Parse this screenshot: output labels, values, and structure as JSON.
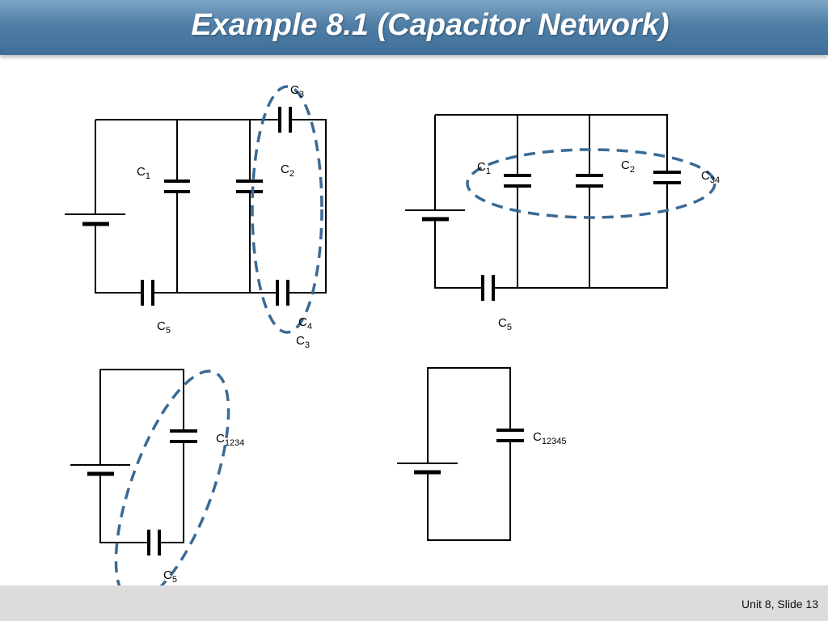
{
  "slide": {
    "title": "Example 8.1 (Capacitor Network)",
    "footer": "Unit 8, Slide 13"
  },
  "labels": {
    "c": "C",
    "c1_sub": "1",
    "c2_sub": "2",
    "c3_sub": "3",
    "c4_sub": "4",
    "c5_sub": "5",
    "c34_sub": "34",
    "c1234_sub": "1234",
    "c12345_sub": "12345"
  },
  "colors": {
    "title_bar": "#4f7ea6",
    "dashed_oval": "#3a6a94",
    "footer_bar": "#dcdcdc"
  }
}
